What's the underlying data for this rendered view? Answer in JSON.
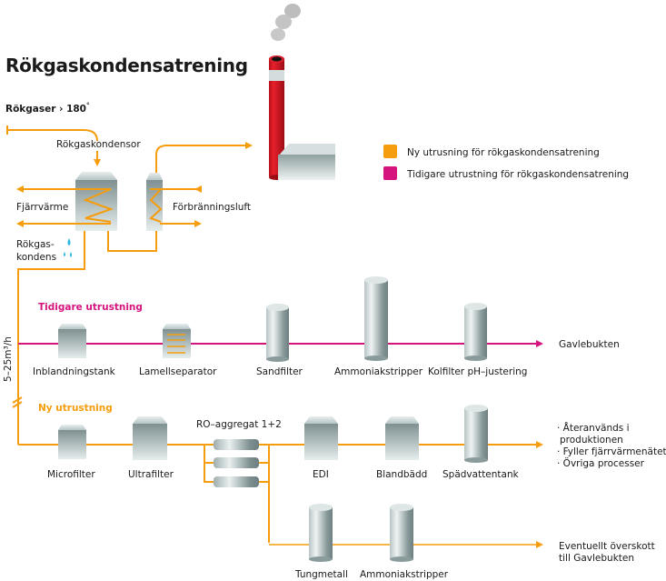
{
  "title": "Rökgaskondensatrening",
  "inlet_label": "Rökgaser › 180",
  "inlet_sup": "°",
  "condenser_label": "Rökgaskondensor",
  "district_heating_label": "Fjärrvärme",
  "combustion_air_label": "Förbränningsluft",
  "condensate_label_1": "Rökgas-",
  "condensate_label_2": "kondens",
  "flow_label": "5–25m³/h",
  "colors": {
    "new": "#f59d0c",
    "old": "#d6147e"
  },
  "legend": [
    {
      "label": "Ny utrusning för rökgaskondensatrening",
      "color": "#f59d0c"
    },
    {
      "label": "Tidigare utrustning för rökgaskondensatrening",
      "color": "#d6147e"
    }
  ],
  "old_section": {
    "heading": "Tidigare utrustning",
    "equipment": [
      "Inblandningstank",
      "Lamellseparator",
      "Sandfilter",
      "Ammoniakstripper",
      "Kolfilter pH–justering"
    ],
    "outlet": "Gavlebukten"
  },
  "new_section": {
    "heading": "Ny utrustning",
    "equipment": [
      "Microfilter",
      "Ultrafilter",
      "RO–aggregat 1+2",
      "EDI",
      "Blandbädd",
      "Spädvattentank"
    ],
    "outlets": [
      "· Återanvänds i",
      "  produktionen",
      "· Fyller fjärrvärmenätet",
      "· Övriga processer"
    ]
  },
  "branch_section": {
    "equipment": [
      "Tungmetall",
      "Ammoniakstripper"
    ],
    "outlet_1": "Eventuellt överskott",
    "outlet_2": "till Gavlebukten"
  }
}
